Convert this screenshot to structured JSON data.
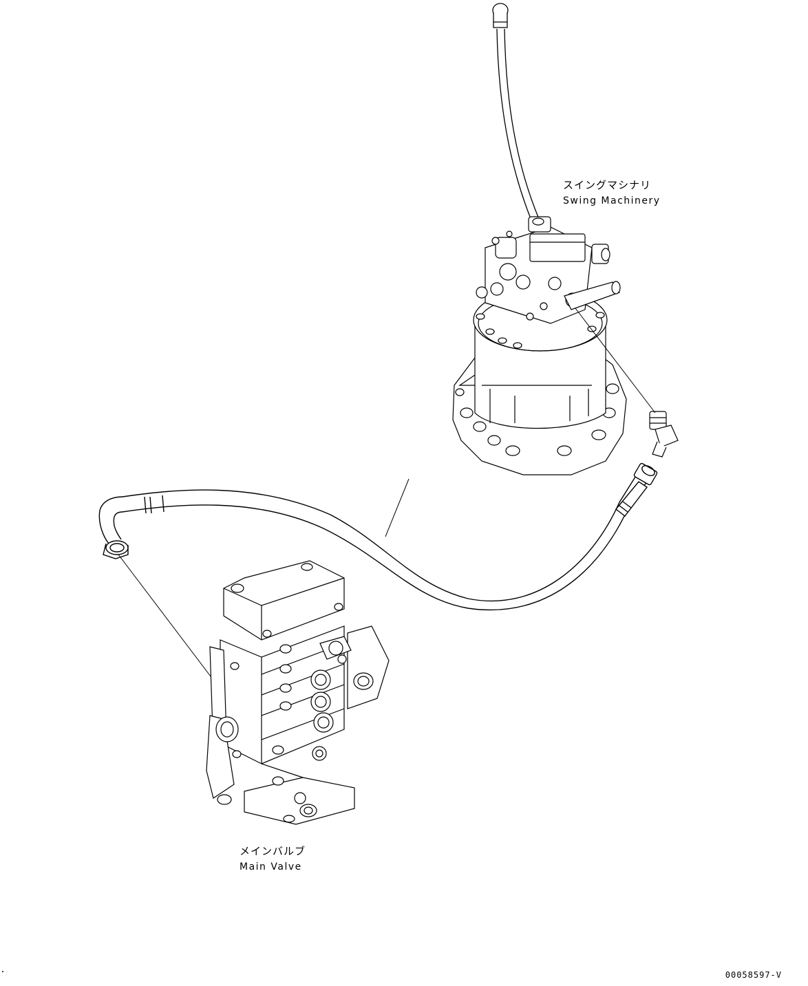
{
  "components": {
    "swing_machinery": {
      "label_jp": "スイングマシナリ",
      "label_en": "Swing Machinery",
      "icon": "swing-machinery-icon"
    },
    "main_valve": {
      "label_jp": "メインバルブ",
      "label_en": "Main Valve",
      "icon": "main-valve-icon"
    },
    "hose": {
      "icon": "hydraulic-hose-icon"
    }
  },
  "figure_id": "00058597-V",
  "colors": {
    "line": "#000000",
    "background": "#ffffff"
  }
}
